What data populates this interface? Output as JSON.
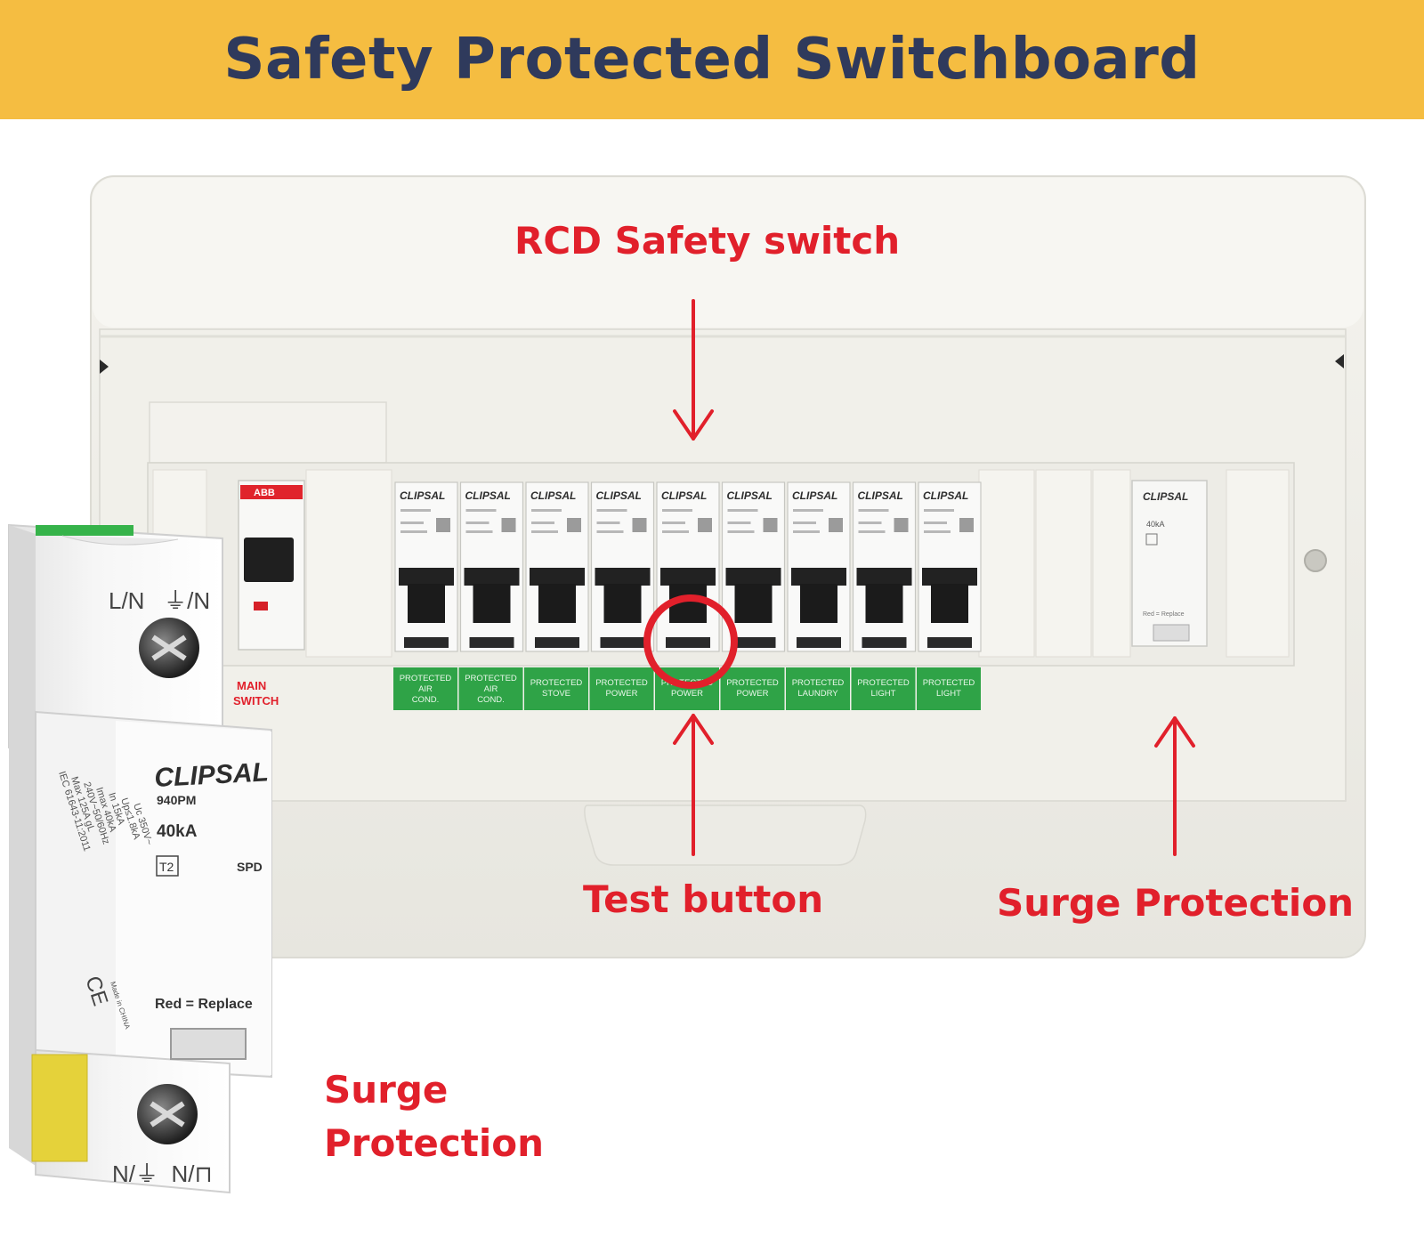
{
  "title": "Safety Protected Switchboard",
  "colors": {
    "banner": "#F5BD41",
    "title": "#2F3A5C",
    "annotation": "#E1202B",
    "breaker_label": "#2FA347",
    "board": "#EEEDE7",
    "spd_window": "#DDDDDD"
  },
  "annotations": {
    "rcd": "RCD Safety switch",
    "test": "Test button",
    "surge_right": "Surge Protection",
    "surge_left_line1": "Surge",
    "surge_left_line2": "Protection"
  },
  "board": {
    "main_switch": {
      "brand": "ABB",
      "label_line1": "MAIN",
      "label_line2": "SWITCH"
    },
    "breakers": [
      {
        "brand": "CLIPSAL",
        "label_line1": "PROTECTED",
        "label_line2": "AIR",
        "label_line3": "COND."
      },
      {
        "brand": "CLIPSAL",
        "label_line1": "PROTECTED",
        "label_line2": "AIR",
        "label_line3": "COND."
      },
      {
        "brand": "CLIPSAL",
        "label_line1": "PROTECTED",
        "label_line2": "STOVE"
      },
      {
        "brand": "CLIPSAL",
        "label_line1": "PROTECTED",
        "label_line2": "POWER"
      },
      {
        "brand": "CLIPSAL",
        "label_line1": "PROTECTED",
        "label_line2": "POWER"
      },
      {
        "brand": "CLIPSAL",
        "label_line1": "PROTECTED",
        "label_line2": "POWER"
      },
      {
        "brand": "CLIPSAL",
        "label_line1": "PROTECTED",
        "label_line2": "LAUNDRY"
      },
      {
        "brand": "CLIPSAL",
        "label_line1": "PROTECTED",
        "label_line2": "LIGHT"
      },
      {
        "brand": "CLIPSAL",
        "label_line1": "PROTECTED",
        "label_line2": "LIGHT"
      }
    ],
    "spd_module": {
      "brand": "CLIPSAL",
      "rating": "40kA",
      "note": "Red = Replace"
    }
  },
  "spd_device": {
    "brand": "CLIPSAL",
    "model": "940PM",
    "rating": "40kA",
    "class": "T2",
    "type": "SPD",
    "indicator_text": "Red = Replace",
    "top_terminal_label": "L/N   ⏚/N",
    "bottom_terminal_label": "N/⏚  N/⊓",
    "spec_lines": [
      "IEC 61643-11:2011",
      "Max 125A gL",
      "240V~50/60Hz",
      "Imax 40kA",
      "In 15kA",
      "Up≤1.8kA",
      "Uc 350V~"
    ],
    "ce_mark": "CE",
    "origin": "Made in CHINA"
  }
}
